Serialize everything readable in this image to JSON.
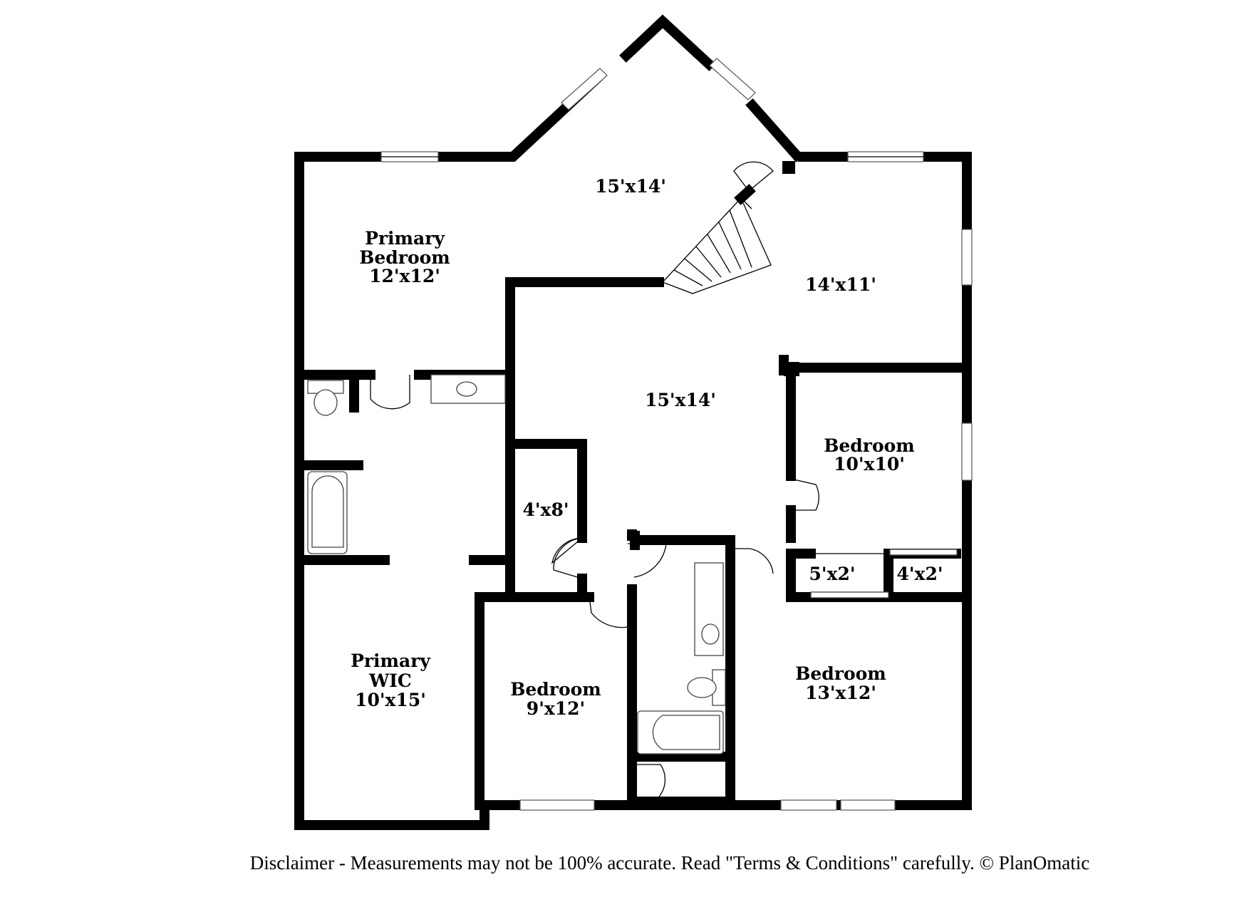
{
  "rooms": [
    {
      "id": "nook",
      "name": "",
      "size": "15'x14'"
    },
    {
      "id": "primary-bedroom",
      "name_lines": [
        "Primary",
        "Bedroom"
      ],
      "size": "12'x12'"
    },
    {
      "id": "upper-right",
      "name": "",
      "size": "14'x11'"
    },
    {
      "id": "center",
      "name": "",
      "size": "15'x14'"
    },
    {
      "id": "bedroom-right",
      "name": "Bedroom",
      "size": "10'x10'"
    },
    {
      "id": "closet-small",
      "name": "",
      "size": "4'x8'"
    },
    {
      "id": "closet-a",
      "name": "",
      "size": "5'x2'"
    },
    {
      "id": "closet-b",
      "name": "",
      "size": "4'x2'"
    },
    {
      "id": "primary-wic",
      "name_lines": [
        "Primary",
        "WIC"
      ],
      "size": "10'x15'"
    },
    {
      "id": "bedroom-mid",
      "name": "Bedroom",
      "size": "9'x12'"
    },
    {
      "id": "bedroom-lower-right",
      "name": "Bedroom",
      "size": "13'x12'"
    }
  ],
  "disclaimer": "Disclaimer - Measurements may not be 100% accurate. Read \"Terms & Conditions\" carefully. © PlanOmatic"
}
